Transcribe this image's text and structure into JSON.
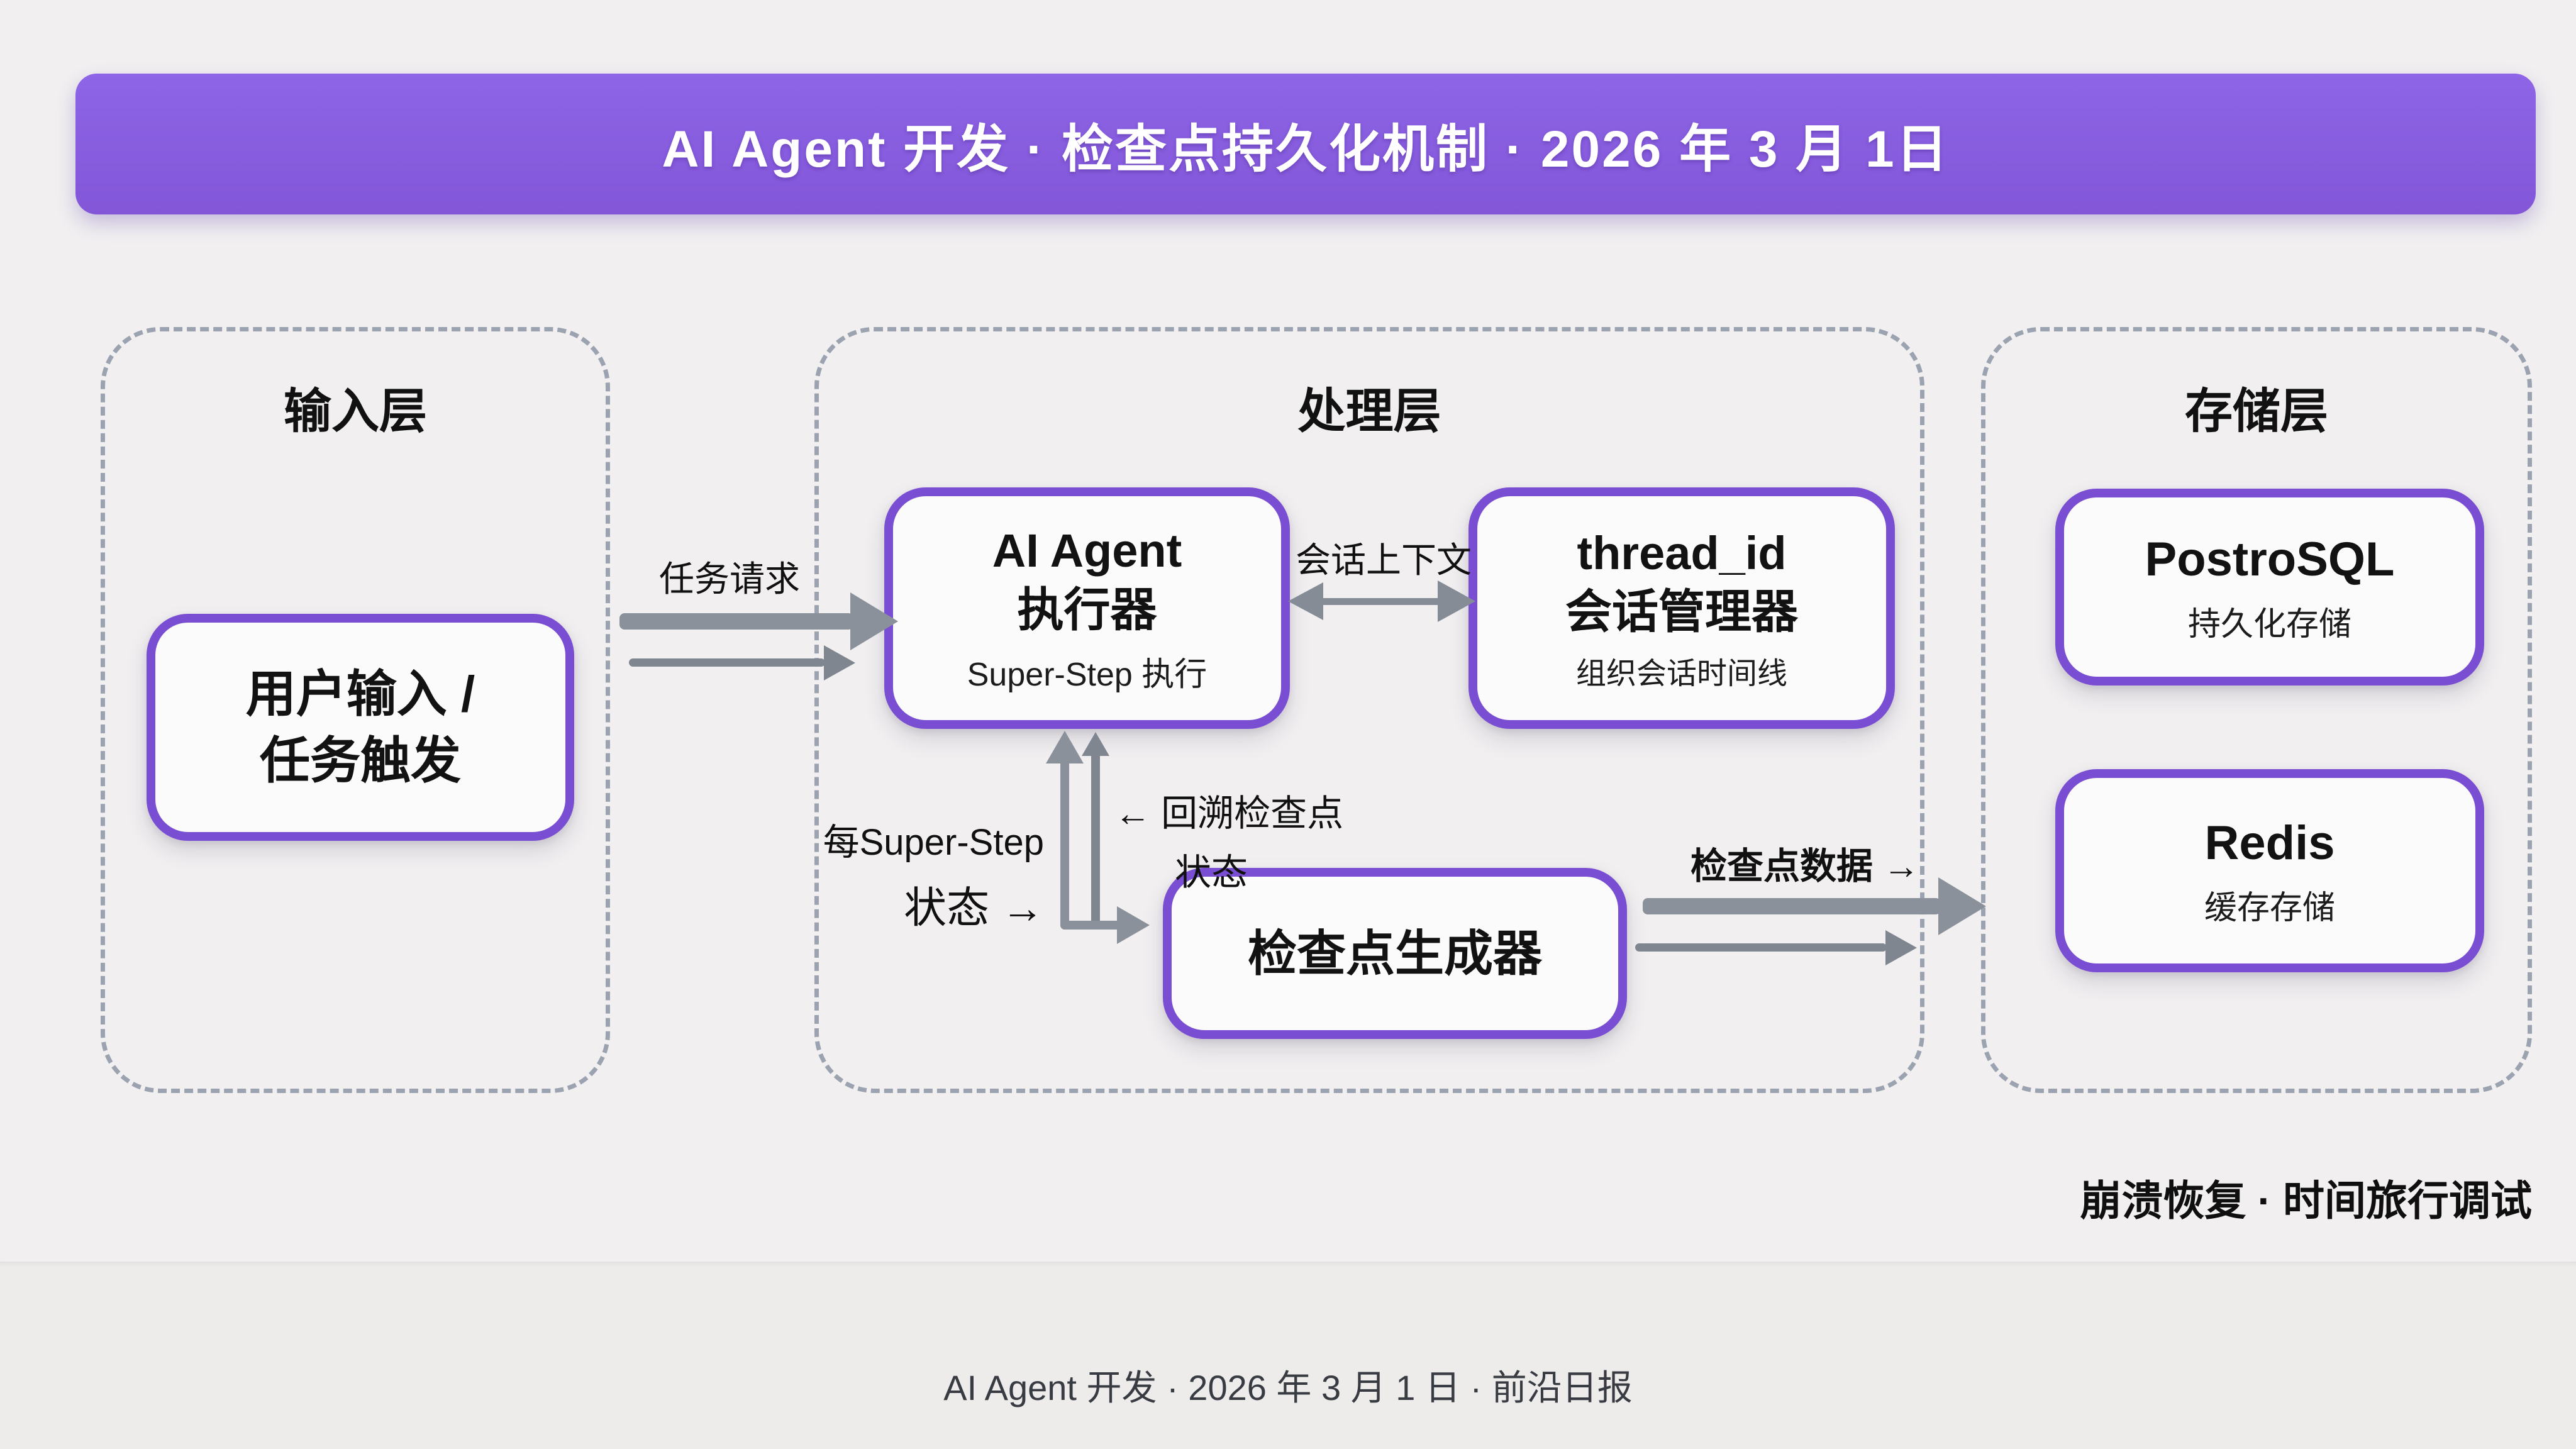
{
  "header": {
    "title": "AI Agent 开发 · 检查点持久化机制 · 2026 年 3 月 1日"
  },
  "layers": {
    "input": {
      "title": "输入层"
    },
    "processing": {
      "title": "处理层"
    },
    "storage": {
      "title": "存储层"
    }
  },
  "nodes": {
    "user_input": {
      "line1": "用户输入 /",
      "line2": "任务触发"
    },
    "agent_executor": {
      "line1": "AI Agent",
      "line2": "执行器",
      "subtitle": "Super-Step 执行"
    },
    "thread_manager": {
      "line1": "thread_id",
      "line2": "会话管理器",
      "subtitle": "组织会话时间线"
    },
    "checkpoint_generator": {
      "title": "检查点生成器"
    },
    "postgresql": {
      "title": "PostroSQL",
      "subtitle": "持久化存储"
    },
    "redis": {
      "title": "Redis",
      "subtitle": "缓存存储"
    }
  },
  "edges": {
    "task_request": {
      "label": "任务请求"
    },
    "session_context": {
      "label": "会话上下文"
    },
    "per_superstep": {
      "line1": "每Super-Step",
      "line2": "状态 →"
    },
    "restore_checkpoint": {
      "line1": "← 回溯检查点",
      "line2": "状态"
    },
    "checkpoint_data": {
      "label": "检查点数据 →"
    }
  },
  "notes": {
    "bottom_right": "崩溃恢复 · 时间旅行调试"
  },
  "footer": {
    "text": "AI Agent 开发 · 2026 年 3 月 1 日 · 前沿日报"
  },
  "colors": {
    "header_purple": "#8a5fe0",
    "node_border_purple": "#7a4ed2",
    "dashed_border_gray": "#9ba3b0",
    "arrow_gray": "#8b919b",
    "background": "#f1eff0",
    "text_black": "#151515"
  }
}
